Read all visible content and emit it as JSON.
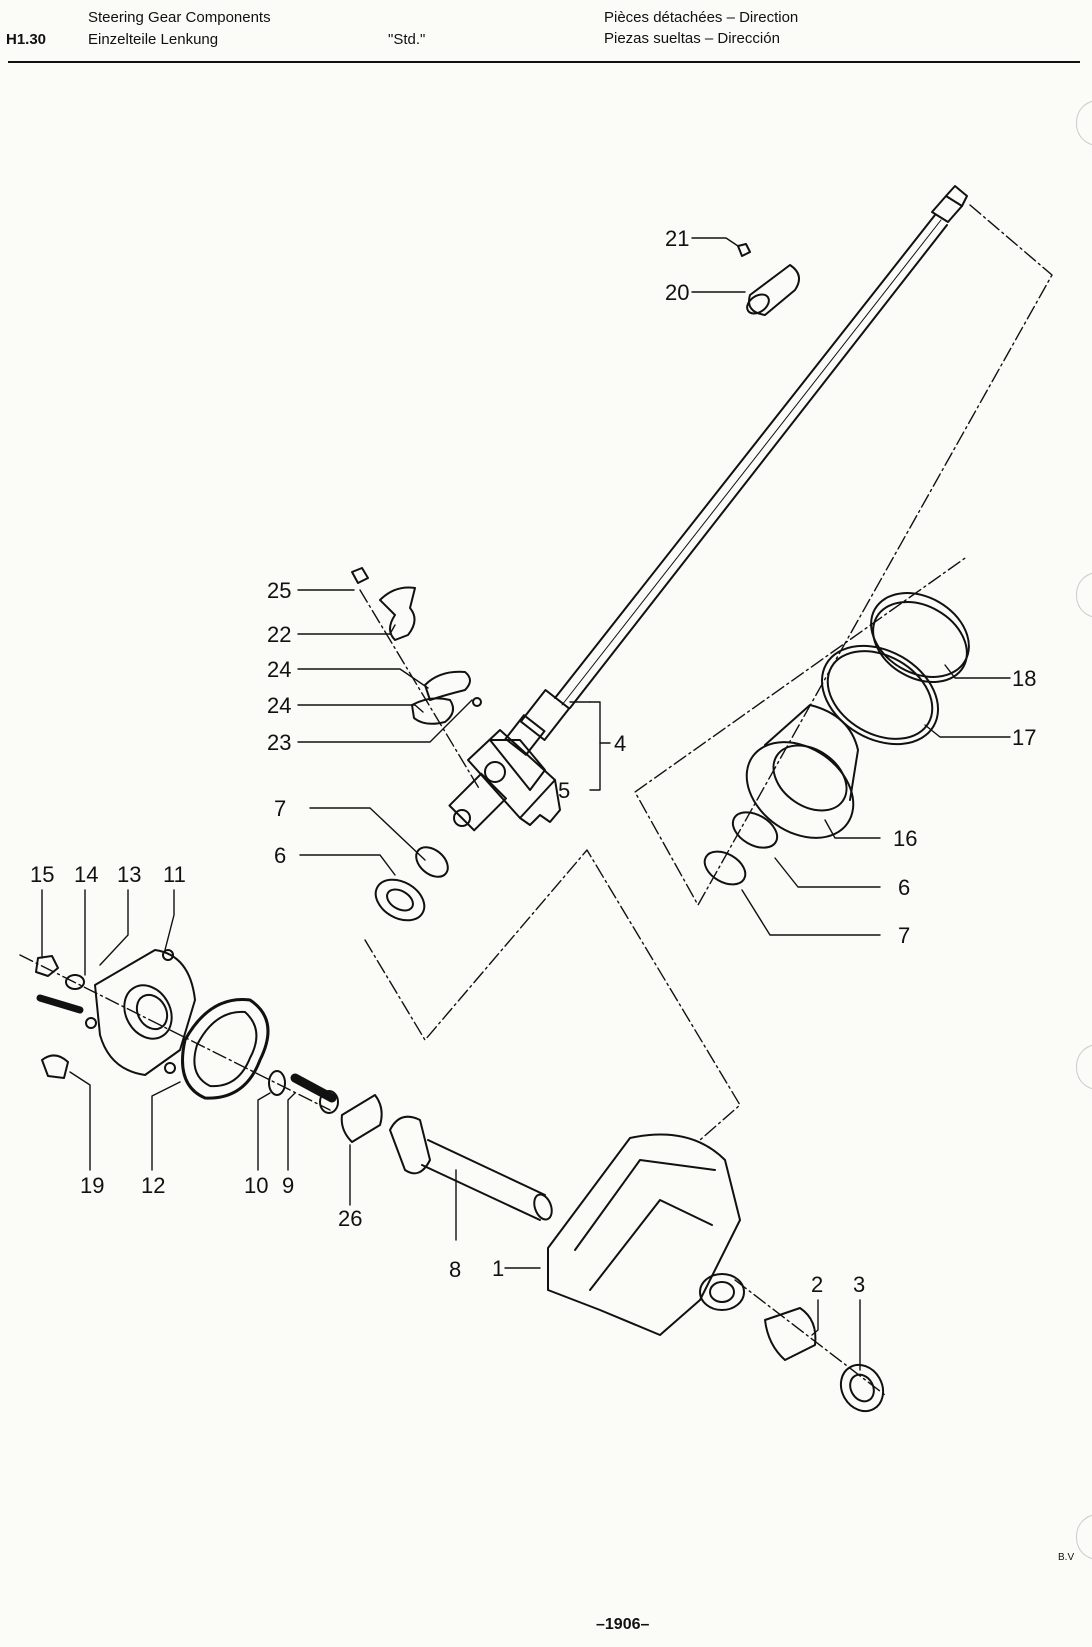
{
  "header": {
    "code": "H1.30",
    "title_en": "Steering Gear Components",
    "title_de": "Einzelteile Lenkung",
    "model": "\"Std.\"",
    "title_fr": "Pièces détachées – Direction",
    "title_es": "Piezas sueltas – Dirección"
  },
  "callouts": {
    "c1": "1",
    "c2": "2",
    "c3": "3",
    "c4": "4",
    "c5": "5",
    "c6a": "6",
    "c6b": "6",
    "c7a": "7",
    "c7b": "7",
    "c8": "8",
    "c9": "9",
    "c10": "10",
    "c11": "11",
    "c12": "12",
    "c13": "13",
    "c14": "14",
    "c15": "15",
    "c16": "16",
    "c17": "17",
    "c18": "18",
    "c19": "19",
    "c20": "20",
    "c21": "21",
    "c22": "22",
    "c23": "23",
    "c24a": "24",
    "c24b": "24",
    "c25": "25",
    "c26": "26"
  },
  "footer": {
    "page_number": "–1906–",
    "initials": "B.V"
  }
}
